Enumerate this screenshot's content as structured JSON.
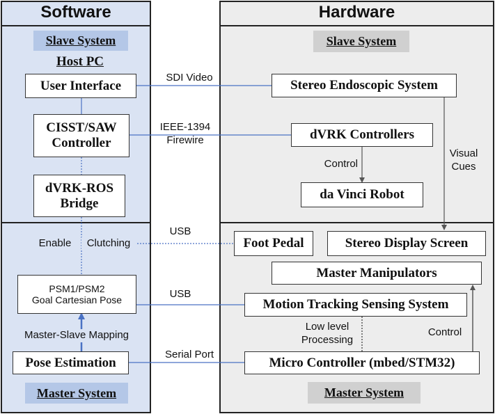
{
  "software": {
    "title": "Software",
    "slave_system": "Slave System",
    "host_pc": "Host PC",
    "user_interface": "User Interface",
    "cisst_line1": "CISST/SAW",
    "cisst_line2": "Controller",
    "ros_line1": "dVRK-ROS",
    "ros_line2": "Bridge",
    "psm_line1": "PSM1/PSM2",
    "psm_line2": "Goal Cartesian Pose",
    "pose_estimation": "Pose Estimation",
    "master_system": "Master System"
  },
  "hardware": {
    "title": "Hardware",
    "slave_system": "Slave System",
    "stereo_endoscopic": "Stereo Endoscopic System",
    "dvrk_controllers": "dVRK Controllers",
    "da_vinci_robot": "da Vinci Robot",
    "foot_pedal": "Foot Pedal",
    "stereo_display": "Stereo Display Screen",
    "master_manipulators": "Master Manipulators",
    "motion_tracking": "Motion Tracking Sensing System",
    "micro_controller": "Micro Controller (mbed/STM32)",
    "master_system": "Master System"
  },
  "labels": {
    "sdi_video": "SDI Video",
    "ieee_line1": "IEEE-1394",
    "ieee_line2": "Firewire",
    "control": "Control",
    "visual_line1": "Visual",
    "visual_line2": "Cues",
    "usb_top": "USB",
    "enable": "Enable",
    "clutching": "Clutching",
    "usb_mid": "USB",
    "master_slave_mapping": "Master-Slave Mapping",
    "serial_port": "Serial Port",
    "low_line1": "Low level",
    "low_line2": "Processing",
    "control_right": "Control"
  },
  "colors": {
    "software_panel": "#dae3f3",
    "software_tag": "#b4c7e7",
    "hardware_panel": "#ededed",
    "hardware_tag": "#d0d0d0",
    "connector_blue": "#4a72c4",
    "arrow_gray": "#555555"
  }
}
